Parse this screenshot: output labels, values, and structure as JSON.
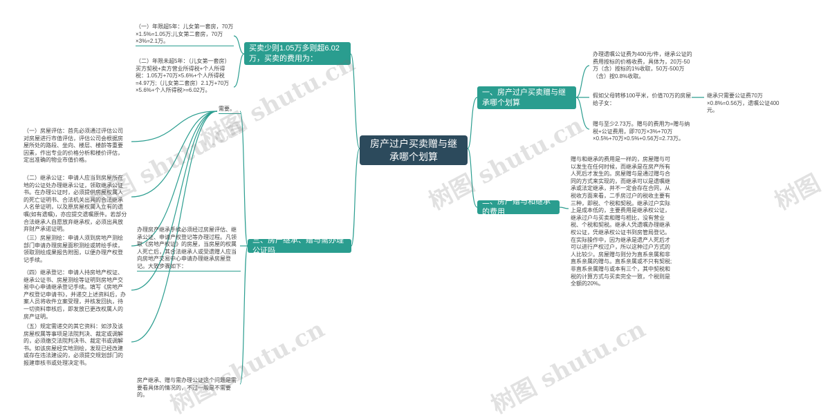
{
  "root": {
    "title": "房产过户买卖赠与继承哪个划算"
  },
  "branches": {
    "b1": {
      "label": "一、房产过户买卖赠与继承哪个划算"
    },
    "b2": {
      "label": "二、房产赠与和继承的费用"
    },
    "b3": {
      "label": "三、房产继承、赠与需办理公证吗"
    },
    "b4": {
      "label": "买卖少则1.05万多则超6.02万，买卖的费用为："
    }
  },
  "leaves": {
    "b1_l1": "办理遗嘱公证费为400元/件，继承公证的费用按标的价格收费，具体为，20万-50万（含）按标的1%收取，50万-500万（含）按0.8%收取。",
    "b1_l2": "假如父母转移100平米，价值70万的房屋给子女：",
    "b1_l2_1": "继承只需要公证费70万×0.8%=0.56万，遗嘱公证400元。",
    "b1_l3": "赠与至少2.73万。赠与的费用为=赠与纳税+公证费用，即70万×3%+70万×0.5%+70万×0.5%+0.56万=2.73万。",
    "b2_l1": "赠与和继承的费用是一样的，房屋赠与可以发生在任何时候，而继承是在房产所有人死后才发生的。房屋赠与是通过赠与合同的方式来实现的，而继承可以是遗嘱继承或法定继承，并不一定会存在合同，从税收方面来看，二手房过户的税收主要有三种，即税、个税和契税。继承过户实际上是成本低的，主要费用是继承权公证，继承过户与买卖和赠与相比，没有营业税、个税和契税。继承人凭遗嘱办理继承权公证，凭继承权公证书到房管局登记。在实际操作中，因为继承是遗产人死后才可以进行产权过户，所以这种过户方式的人比较少。房屋赠与则分为直系亲属和非直系亲属的赠与。直系亲属或不只有契税;非直系亲属赠与或本有三个，其中契税和税的计算方式与买卖完全一致，个税则是全额的20%。",
    "b3_need": "需要。",
    "b3_main": "办理房产继承手续必须经过房屋评估、继承公证、申请产权登记等办理过程。凡领取《房地产权证》的房屋，当房屋的权属人死亡后，其合法继承人或受遗赠人应当向房地产交易中心申请办理继承房屋登记。大致步骤如下：",
    "b3_s1": "（一）房屋评估：首先必须通过评估公司对房屋进行市值评估，评估公司会根据房屋所处的路段、坐向、楼层、楼龄等重要因素，作出专业的价格分析和楼价评估，定出准确的物业市值价格。",
    "b3_s2": "（二）继承公证：申请人应当到房屋所在地的公证处办理继承公证，领取继承公证书。在办理公证时，必须提供房屋权属人的死亡证明书、合法机关出具的合法继承人名单证明，以及原房屋权属人立有的遗嘱(如有遗嘱)，亦应提交遗嘱原件。若部分合法继承人自愿放弃继承权，必须出具放弃财产承诺证明。",
    "b3_s3": "（三）房屋测绘：申请人须到房地产测绘部门申请办理房屋面积测绘或转绘手续，领取测绘成果报告附图，以便办理产权登记手续。",
    "b3_s4": "（四）继承登记：申请人持房地产权证、继承公证书、房屋测绘等证明到房地产交易中心申请继承登记手续。填写《房地产产权登记申请书》，并递交上述资料后，办案人员将收件立案受理，并核发回执，待一切资料审核后，即发放已更改权属人的房产证明。",
    "b3_s5": "（五）规定需递交的其它资料：如涉及该房屋权属等事项是法院判决、裁定或调解的，必须缴交法院判决书、裁定书或调解书。如该房屋经实地测绘，发现已经改建或存在违法建设的，必须提交规划部门的报建审核书或处理决定书。",
    "b3_end": "房产继承、赠与需办理公证这个问题是需要看具体的情况的，不过一般是不需要的。",
    "b4_l1": "（一）年限超5年：儿女第一套房，70万×1.5%=1.05万;儿女第二套房，70万×3%=2.1万。",
    "b4_l2": "（二）年限未超5年：（儿女第一套房）买方契税+卖方营业所得税+个人所得税：1.05万+70万×5.6%+个人所得税=4.97万;（儿女第二套房）2.1万+70万×5.6%+个人所得税>=6.02万。"
  },
  "watermarks": [
    "树图 shutu.cn",
    "树图 shutu.cn",
    "树图 shutu.cn",
    "树图 shutu.cn",
    "树图 shutu.cn",
    "树图"
  ],
  "colors": {
    "root_bg": "#2c4a5c",
    "branch_bg": "#2a9d8f",
    "line": "#2a9d8f",
    "text": "#444444"
  }
}
